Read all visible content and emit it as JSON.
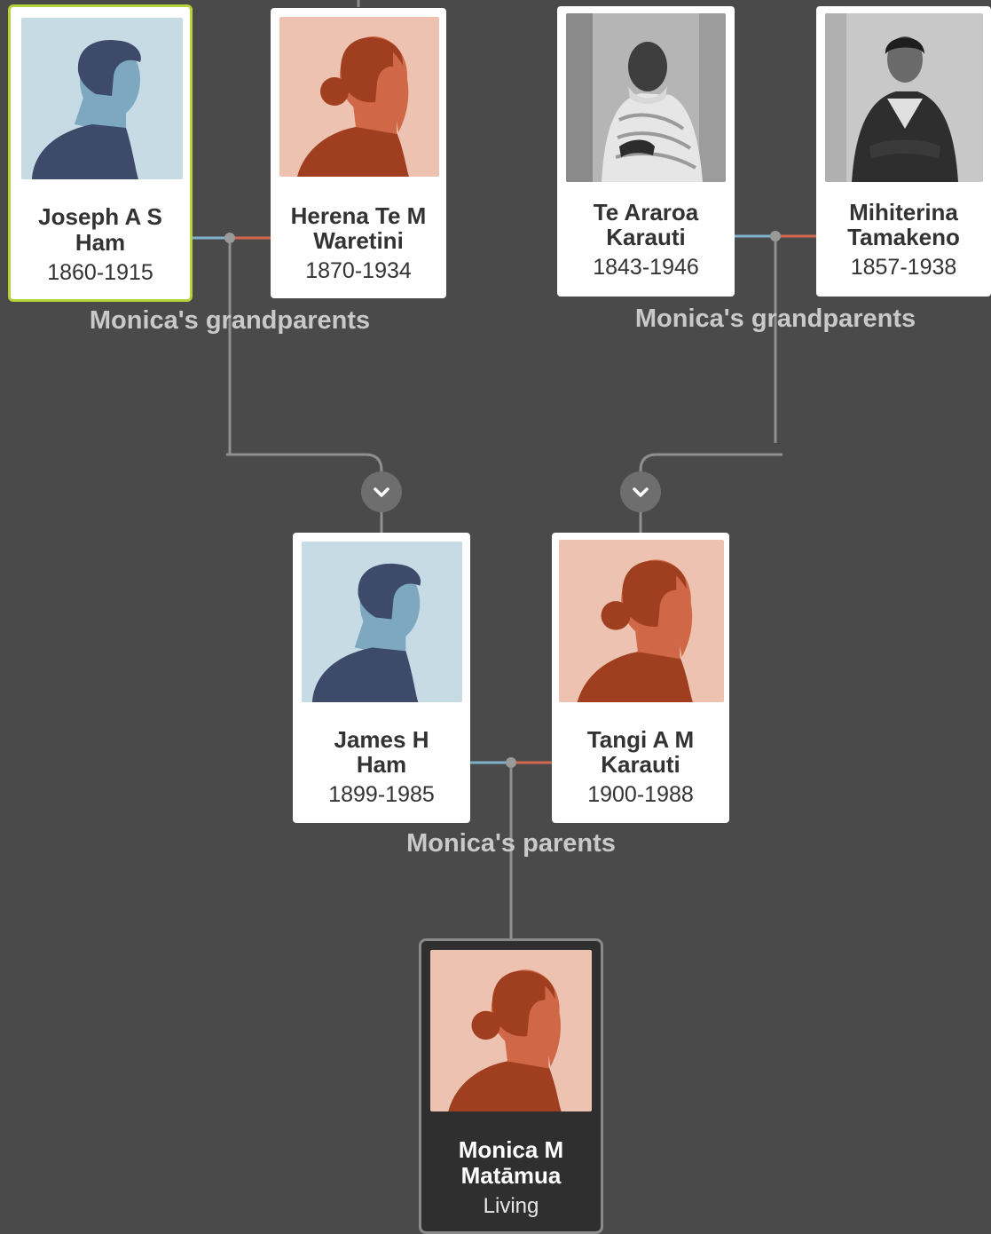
{
  "people": {
    "joseph": {
      "name_line1": "Joseph A S",
      "name_line2": "Ham",
      "dates": "1860-1915",
      "gender": "male",
      "photo": "male-silhouette-icon",
      "selected": true
    },
    "herena": {
      "name_line1": "Herena Te M",
      "name_line2": "Waretini",
      "dates": "1870-1934",
      "gender": "female",
      "photo": "female-silhouette-icon"
    },
    "tearaoa": {
      "name_line1": "Te Araroa",
      "name_line2": "Karauti",
      "dates": "1843-1946",
      "gender": "male",
      "photo": "historic-photo-seated-man"
    },
    "mihiterina": {
      "name_line1": "Mihiterina",
      "name_line2": "Tamakeno",
      "dates": "1857-1938",
      "gender": "female",
      "photo": "historic-photo-seated-woman"
    },
    "james": {
      "name_line1": "James H",
      "name_line2": "Ham",
      "dates": "1899-1985",
      "gender": "male",
      "photo": "male-silhouette-icon"
    },
    "tangi": {
      "name_line1": "Tangi A M",
      "name_line2": "Karauti",
      "dates": "1900-1988",
      "gender": "female",
      "photo": "female-silhouette-icon"
    },
    "monica": {
      "name_line1": "Monica M",
      "name_line2": "Matāmua",
      "dates": "Living",
      "gender": "female",
      "photo": "female-silhouette-icon",
      "focus": true
    }
  },
  "labels": {
    "grandparents_left": "Monica's grandparents",
    "grandparents_right": "Monica's grandparents",
    "parents": "Monica's parents"
  },
  "icons": {
    "expand": "chevron-down-icon"
  },
  "colors": {
    "background": "#4a4a4a",
    "male_bg": "#c7dbe5",
    "male_dark": "#3d4a6a",
    "male_light": "#7ea8c0",
    "female_bg": "#edc2b0",
    "female_dark": "#a03e20",
    "female_light": "#d06848",
    "selected_border": "#b6d23a",
    "male_line": "#7fb1cc",
    "female_line": "#d2694d",
    "connector": "#8f8f8f"
  }
}
